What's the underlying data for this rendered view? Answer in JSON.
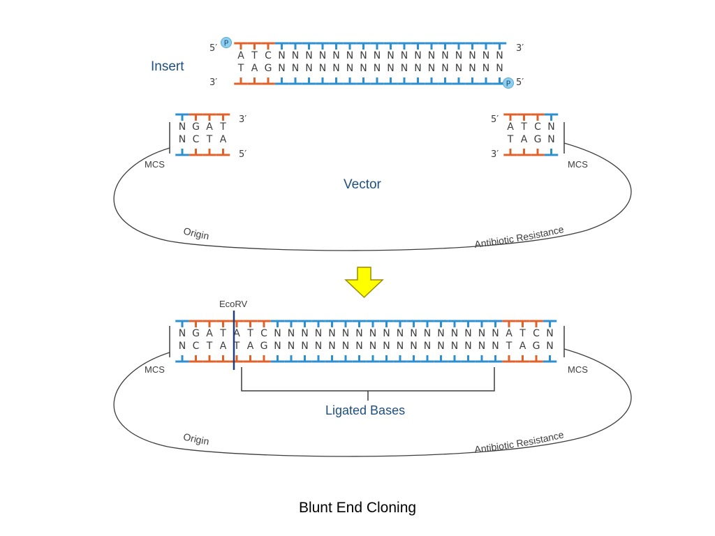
{
  "colors": {
    "blue": "#2d8fd0",
    "orange": "#e0622a",
    "phosphate": "#8ecfee",
    "text": "#3c3c3c",
    "label": "#1f4f7f",
    "marker": "#203d7a",
    "arrow_fill": "#ffff00",
    "arrow_stroke": "#9a8a00"
  },
  "insert": {
    "label": "Insert",
    "top_strand": [
      "A",
      "T",
      "C",
      "N",
      "N",
      "N",
      "N",
      "N",
      "N",
      "N",
      "N",
      "N",
      "N",
      "N",
      "N",
      "N",
      "N",
      "N",
      "N",
      "N"
    ],
    "bottom_strand": [
      "T",
      "A",
      "G",
      "N",
      "N",
      "N",
      "N",
      "N",
      "N",
      "N",
      "N",
      "N",
      "N",
      "N",
      "N",
      "N",
      "N",
      "N",
      "N",
      "N"
    ],
    "phosphate": "P",
    "top_left_end": "5′",
    "top_right_end": "3′",
    "bottom_left_end": "3′",
    "bottom_right_end": "5′"
  },
  "vector_cut": {
    "label": "Vector",
    "left_top": [
      "N",
      "G",
      "A",
      "T"
    ],
    "left_bottom": [
      "N",
      "C",
      "T",
      "A"
    ],
    "left_top_end": "3′",
    "left_bottom_end": "5′",
    "right_top": [
      "A",
      "T",
      "C",
      "N"
    ],
    "right_bottom": [
      "T",
      "A",
      "G",
      "N"
    ],
    "right_top_end": "5′",
    "right_bottom_end": "3′",
    "mcs_left": "MCS",
    "mcs_right": "MCS",
    "origin": "Origin",
    "resistance": "Antibiotic Resistance"
  },
  "ligated": {
    "enzyme": "EcoRV",
    "top_strand": [
      "N",
      "G",
      "A",
      "T",
      "A",
      "T",
      "C",
      "N",
      "N",
      "N",
      "N",
      "N",
      "N",
      "N",
      "N",
      "N",
      "N",
      "N",
      "N",
      "N",
      "N",
      "N",
      "N",
      "N",
      "A",
      "T",
      "C",
      "N"
    ],
    "bottom_strand": [
      "N",
      "C",
      "T",
      "A",
      "T",
      "A",
      "G",
      "N",
      "N",
      "N",
      "N",
      "N",
      "N",
      "N",
      "N",
      "N",
      "N",
      "N",
      "N",
      "N",
      "N",
      "N",
      "N",
      "N",
      "T",
      "A",
      "G",
      "N"
    ],
    "bracket_label": "Ligated Bases",
    "mcs_left": "MCS",
    "mcs_right": "MCS",
    "origin": "Origin",
    "resistance": "Antibiotic Resistance"
  },
  "caption": "Blunt End Cloning"
}
